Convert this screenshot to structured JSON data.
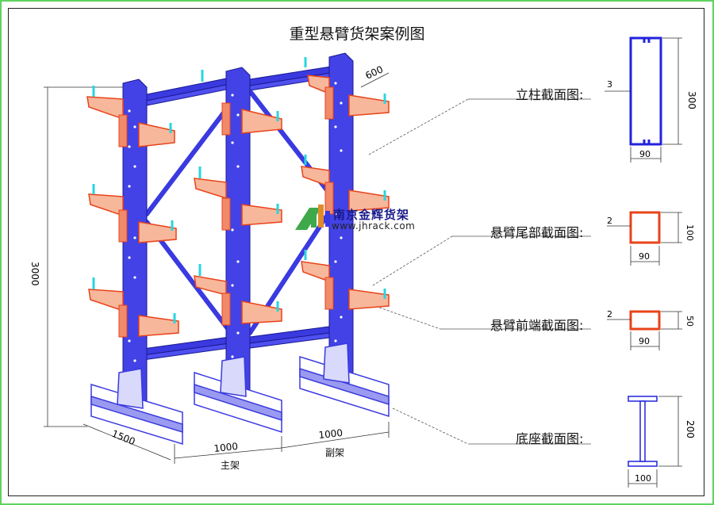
{
  "title": "重型悬臂货架案例图",
  "watermark": {
    "company": "南京金辉货架",
    "url": "www.jhrack.com"
  },
  "rack_dimensions": {
    "height": "3000",
    "arm_length": "600",
    "base_depth": "1500",
    "bay_width_1": "1000",
    "bay_width_2": "1000"
  },
  "frame_labels": {
    "main": "主架",
    "secondary": "副架"
  },
  "sections": {
    "column": {
      "label": "立柱截面图:",
      "thickness": "3",
      "height": "300",
      "width": "90"
    },
    "arm_rear": {
      "label": "悬臂尾部截面图:",
      "thickness": "2",
      "height": "100",
      "width": "90"
    },
    "arm_front": {
      "label": "悬臂前端截面图:",
      "thickness": "2",
      "height": "50",
      "width": "90"
    },
    "base": {
      "label": "底座截面图:",
      "height": "200",
      "width": "100"
    }
  },
  "colors": {
    "frame": "#3a3ae0",
    "arm": "#e8431a",
    "cap": "#2ad4e0",
    "border": "#5fd35f"
  }
}
